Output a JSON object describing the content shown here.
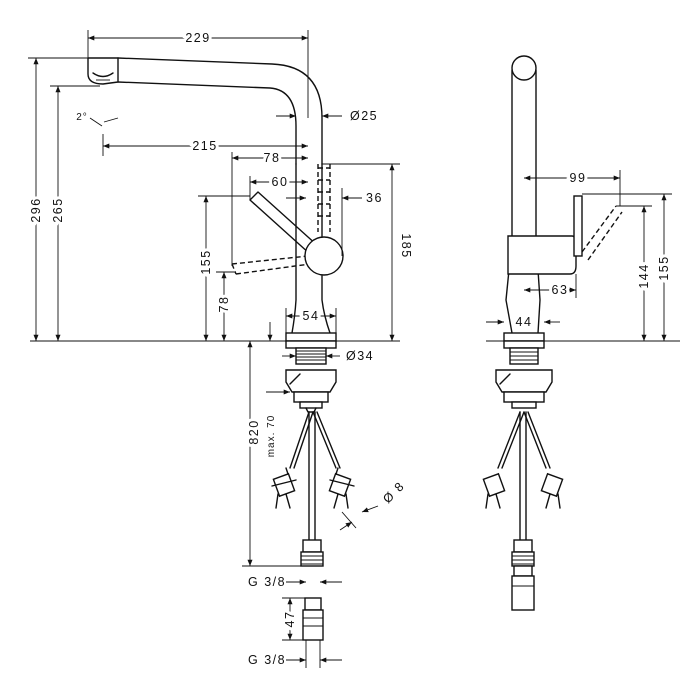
{
  "colors": {
    "line": "#111111",
    "background": "#ffffff"
  },
  "dimensions": {
    "spout_reach": "229",
    "spout_angle": "2°",
    "spout_tube_diameter": "Ø25",
    "spout_projection": "215",
    "lever_reach_78": "78",
    "lever_reach_60": "60",
    "lever_offset_36": "36",
    "total_height": "296",
    "spout_outlet_height": "265",
    "lever_height_155": "155",
    "lever_height_78": "78",
    "body_height_185": "185",
    "body_width": "54",
    "shank_diameter": "Ø34",
    "supply_length": "820",
    "supply_max": "max. 70",
    "hose_diameter": "Ø 8",
    "connector_top": "G 3/8",
    "connector_height": "47",
    "connector_bottom": "G 3/8",
    "side_lever_reach": "99",
    "side_lever_height_144": "144",
    "side_lever_height_155": "155",
    "side_base_63": "63",
    "side_base_44": "44"
  }
}
